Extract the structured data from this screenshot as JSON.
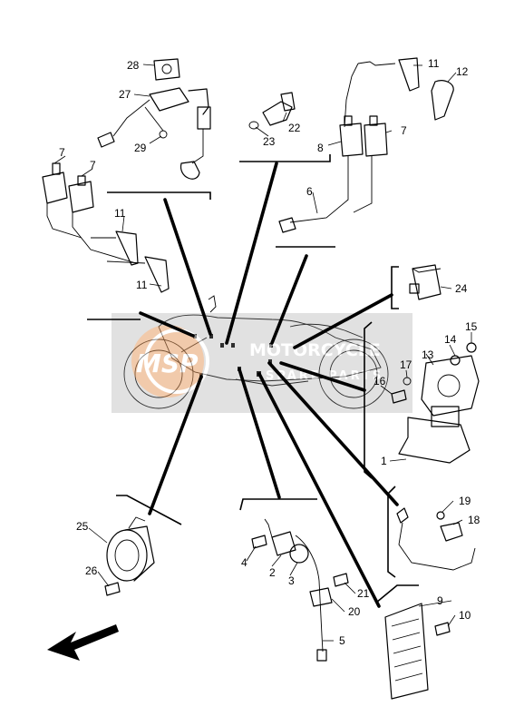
{
  "diagram": {
    "watermark": {
      "logo_text": "MSP",
      "line1": "MOTORCYCLE",
      "line2": "SPARE PARTS"
    },
    "callouts": {
      "c1": "1",
      "c2": "2",
      "c3": "3",
      "c4": "4",
      "c5": "5",
      "c7a": "7",
      "c7b": "7",
      "c7c": "7",
      "c8": "8",
      "c9": "9",
      "c10": "10",
      "c11a": "11",
      "c11b": "11",
      "c11c": "11",
      "c12": "12",
      "c13": "13",
      "c14": "14",
      "c15": "15",
      "c16": "16",
      "c17": "17",
      "c18": "18",
      "c19": "19",
      "c20": "20",
      "c21": "21",
      "c22": "22",
      "c23": "23",
      "c24": "24",
      "c25": "25",
      "c26": "26",
      "c27": "27",
      "c28": "28",
      "c29": "29"
    },
    "icons": {
      "front_arrow": "arrow-left-down-icon"
    }
  }
}
